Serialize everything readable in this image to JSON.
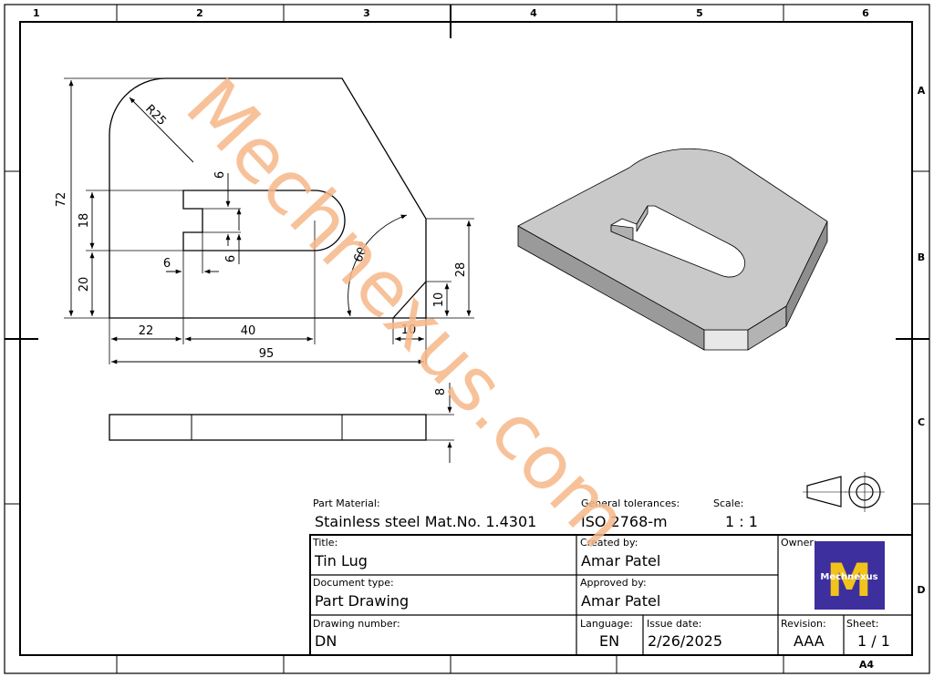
{
  "frame": {
    "zones_top": [
      "1",
      "2",
      "3",
      "4",
      "5",
      "6"
    ],
    "zones_side": [
      "A",
      "B",
      "C",
      "D"
    ],
    "sheet_size": "A4"
  },
  "watermark": "Mechnexus.com",
  "dimensions": {
    "r25": "R25",
    "d72": "72",
    "d18": "18",
    "d20": "20",
    "d6_top": "6",
    "d6_left": "6",
    "d6_mid": "6",
    "d22": "22",
    "d40": "40",
    "d95": "95",
    "d10_h": "10",
    "d10_v": "10",
    "d28": "28",
    "a60": "60°",
    "d8": "8"
  },
  "title_block": {
    "part_material_label": "Part Material:",
    "part_material": "Stainless steel Mat.No. 1.4301",
    "general_tolerances_label": "General tolerances:",
    "general_tolerances": "ISO 2768-m",
    "scale_label": "Scale:",
    "scale": "1 : 1",
    "title_label": "Title:",
    "title": "Tin Lug",
    "created_by_label": "Created by:",
    "created_by": "Amar Patel",
    "owner_label": "Owner:",
    "owner_logo_letter": "M",
    "owner_logo_text": "Mechnexus",
    "document_type_label": "Document type:",
    "document_type": "Part Drawing",
    "approved_by_label": "Approved by:",
    "approved_by": "Amar Patel",
    "drawing_number_label": "Drawing number:",
    "drawing_number": "DN",
    "language_label": "Language:",
    "language": "EN",
    "issue_date_label": "Issue date:",
    "issue_date": "2/26/2025",
    "revision_label": "Revision:",
    "revision": "AAA",
    "sheet_label": "Sheet:",
    "sheet": "1 / 1"
  },
  "colors": {
    "line": "#000000",
    "shade_top": "#c8c8c8",
    "shade_side": "#909090",
    "logo_bg": "#3d2f9e",
    "logo_fg": "#f2c31b",
    "watermark": "#f6b889"
  }
}
